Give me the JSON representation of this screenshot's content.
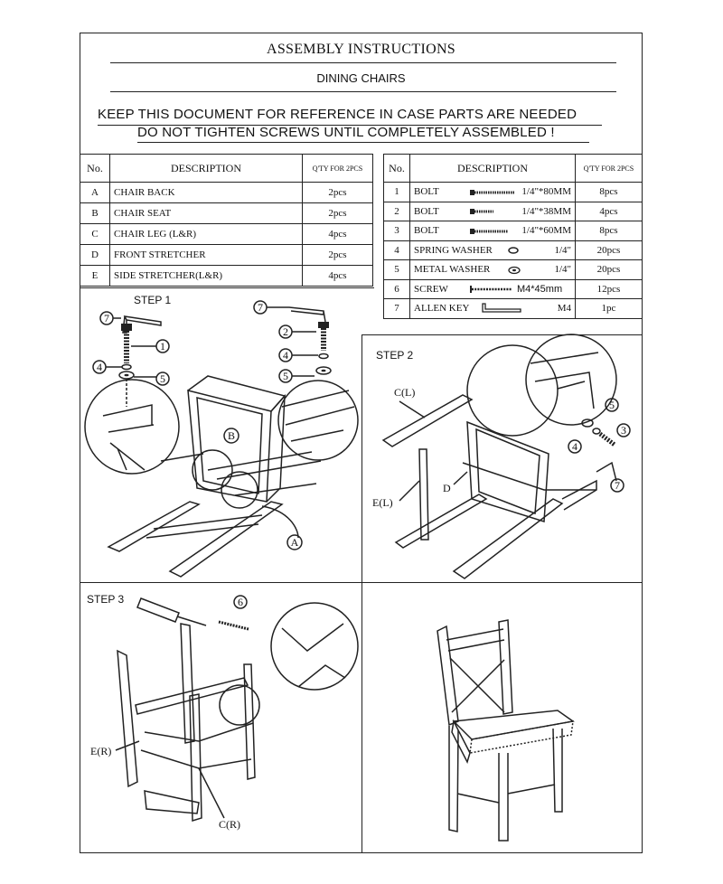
{
  "header": {
    "title": "ASSEMBLY INSTRUCTIONS",
    "subtitle": "DINING CHAIRS",
    "warning1": "KEEP THIS DOCUMENT FOR REFERENCE IN CASE PARTS ARE NEEDED",
    "warning2": "DO NOT TIGHTEN SCREWS UNTIL COMPLETELY ASSEMBLED !"
  },
  "left_table": {
    "headers": [
      "No.",
      "DESCRIPTION",
      "Q'TY FOR 2PCS"
    ],
    "rows": [
      {
        "no": "A",
        "desc": "CHAIR BACK",
        "qty": "2pcs"
      },
      {
        "no": "B",
        "desc": "CHAIR SEAT",
        "qty": "2pcs"
      },
      {
        "no": "C",
        "desc": "CHAIR LEG (L&R)",
        "qty": "4pcs"
      },
      {
        "no": "D",
        "desc": "FRONT STRETCHER",
        "qty": "2pcs"
      },
      {
        "no": "E",
        "desc": "SIDE STRETCHER(L&R)",
        "qty": "4pcs"
      }
    ]
  },
  "right_table": {
    "headers": [
      "No.",
      "DESCRIPTION",
      "Q'TY FOR 2PCS"
    ],
    "rows": [
      {
        "no": "1",
        "desc": "BOLT",
        "spec": "1/4\"*80MM",
        "qty": "8pcs",
        "icon": "bolt-icon"
      },
      {
        "no": "2",
        "desc": "BOLT",
        "spec": "1/4\"*38MM",
        "qty": "4pcs",
        "icon": "bolt-icon"
      },
      {
        "no": "3",
        "desc": "BOLT",
        "spec": "1/4\"*60MM",
        "qty": "8pcs",
        "icon": "bolt-icon"
      },
      {
        "no": "4",
        "desc": "SPRING WASHER",
        "spec": "1/4\"",
        "qty": "20pcs",
        "icon": "spring-washer-icon"
      },
      {
        "no": "5",
        "desc": "METAL WASHER",
        "spec": "1/4\"",
        "qty": "20pcs",
        "icon": "metal-washer-icon"
      },
      {
        "no": "6",
        "desc": "SCREW",
        "spec": "M4*45mm",
        "qty": "12pcs",
        "icon": "screw-icon"
      },
      {
        "no": "7",
        "desc": "ALLEN KEY",
        "spec": "M4",
        "qty": "1pc",
        "icon": "allen-key-icon"
      }
    ]
  },
  "steps": {
    "step1": "STEP 1",
    "step2": "STEP 2",
    "step3": "STEP 3"
  },
  "callouts": {
    "s1": [
      "7",
      "1",
      "4",
      "5",
      "B",
      "A",
      "7",
      "2",
      "4",
      "5"
    ],
    "s2": [
      "C(L)",
      "E(L)",
      "D",
      "5",
      "4",
      "3",
      "7"
    ],
    "s3": [
      "6",
      "E(R)",
      "C(R)"
    ]
  }
}
